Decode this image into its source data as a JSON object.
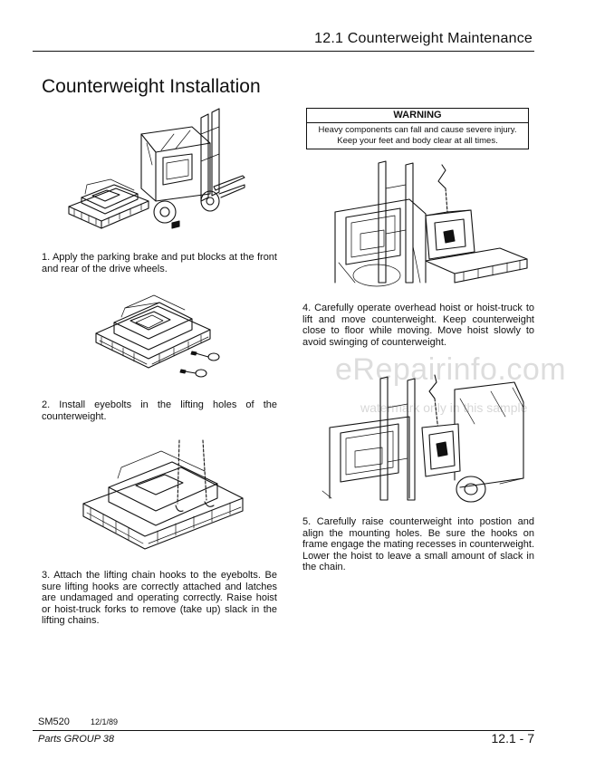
{
  "header": {
    "title": "12.1 Counterweight Maintenance"
  },
  "section": {
    "title": "Counterweight Installation"
  },
  "warning": {
    "title": "WARNING",
    "line1": "Heavy components can fall and cause severe injury.",
    "line2": "Keep your feet and body clear at all times."
  },
  "steps": [
    "1.  Apply the parking brake and put blocks at the front and rear of the drive wheels.",
    "2.  Install eyebolts in the lifting holes of the counterweight.",
    "3.  Attach the lifting chain hooks to the eyebolts.  Be sure lifting hooks are correctly attached and latches are undamaged and operating correctly.  Raise hoist or hoist-truck forks to remove (take up) slack in the lifting chains.",
    "4.  Carefully operate overhead hoist or hoist-truck to lift and move counterweight.  Keep counterweight close to floor while moving.  Move hoist slowly to avoid swinging of counterweight.",
    "5.  Carefully raise counterweight into postion and align the mounting holes.  Be sure the hooks on frame engage the mating recesses in counterweight.  Lower the hoist to leave a small amount of slack in the chain."
  ],
  "watermark": {
    "brand": "eRepairinfo.com",
    "note": "watermark only in this sample"
  },
  "footer": {
    "doc_id": "SM520",
    "date": "12/1/89",
    "group": "Parts GROUP 38",
    "page": "12.1 - 7"
  },
  "icons": [
    "forklift-counterweight-illustration",
    "counterweight-eyebolts-illustration",
    "lifting-chains-illustration",
    "hoist-counterweight-illustration",
    "counterweight-align-illustration"
  ]
}
